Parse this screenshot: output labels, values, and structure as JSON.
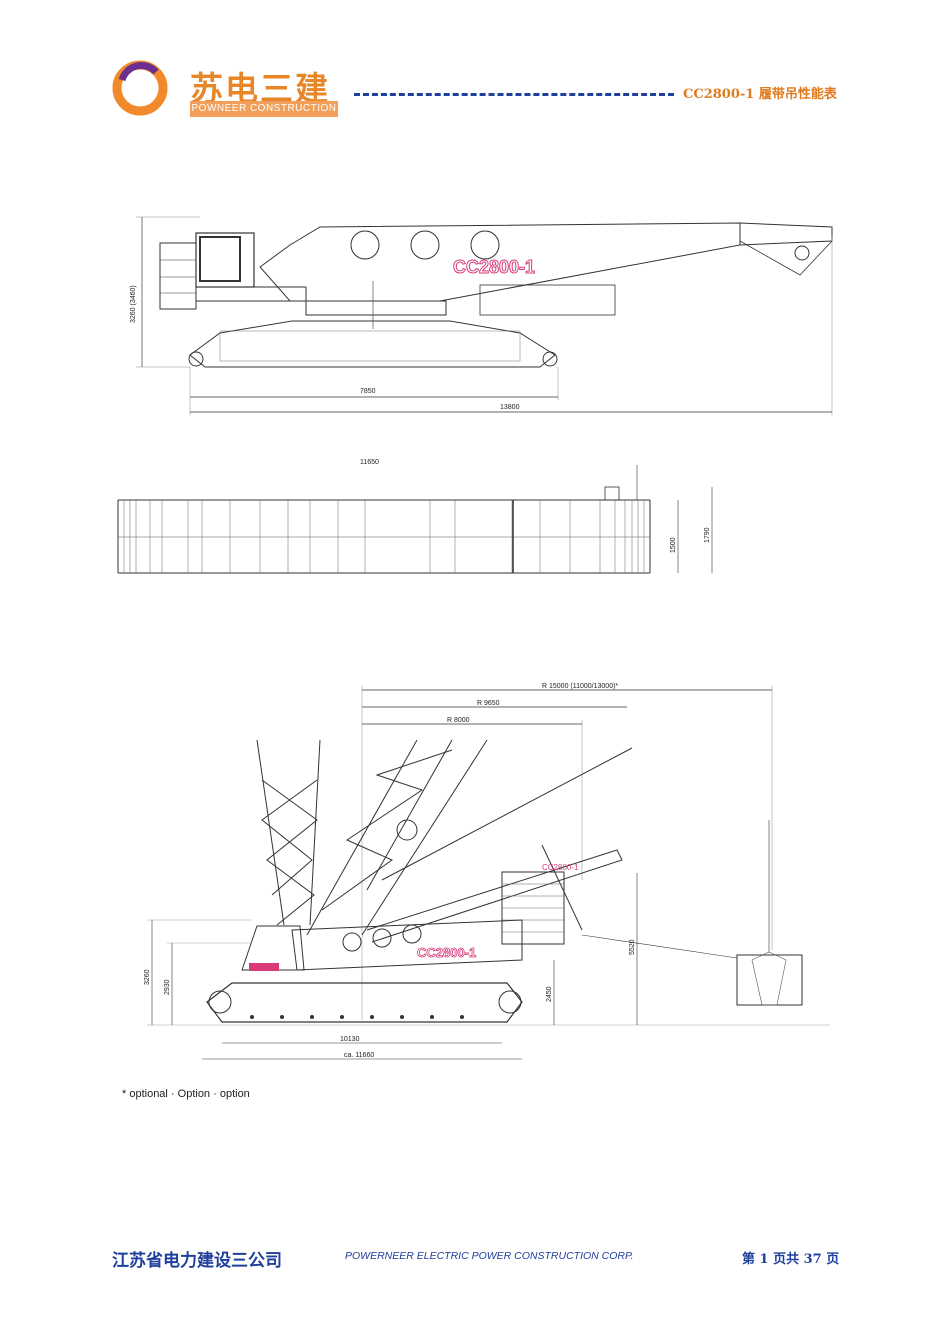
{
  "header": {
    "brand_cn": "苏电三建",
    "brand_en": "POWNEER CONSTRUCTION",
    "doc_title": "CC2800-1 履带吊性能表"
  },
  "figure1": {
    "model_label": "CC2800-1",
    "dim_height": "3260 (3460)",
    "dim_track_length": "7850",
    "dim_total_length": "13800"
  },
  "figure2": {
    "dim_length": "11650",
    "dim_height_1": "1500",
    "dim_height_2": "1790"
  },
  "figure3": {
    "model_label": "CC2800-1",
    "dim_radius_max": "R 15000 (11000/13000)*",
    "dim_radius_mid": "R 9650",
    "dim_radius_min": "R 8000",
    "dim_height_cab": "3260",
    "dim_height_deck": "2930",
    "dim_height_ballast": "5520",
    "dim_height_pin": "2450",
    "dim_track_length": "10130",
    "dim_overall_length": "ca. 11660",
    "note": "* optional · Option · option"
  },
  "footer": {
    "company_cn": "江苏省电力建设三公司",
    "company_en": "POWERNEER ELECTRIC POWER CONSTRUCTION CORP.",
    "page_text": "第 1 页共 37 页"
  },
  "colors": {
    "brand_orange": "#e8872a",
    "brand_purple": "#6b2f8f",
    "footer_blue": "#1f3f9c",
    "model_pink": "#d83a7a"
  }
}
